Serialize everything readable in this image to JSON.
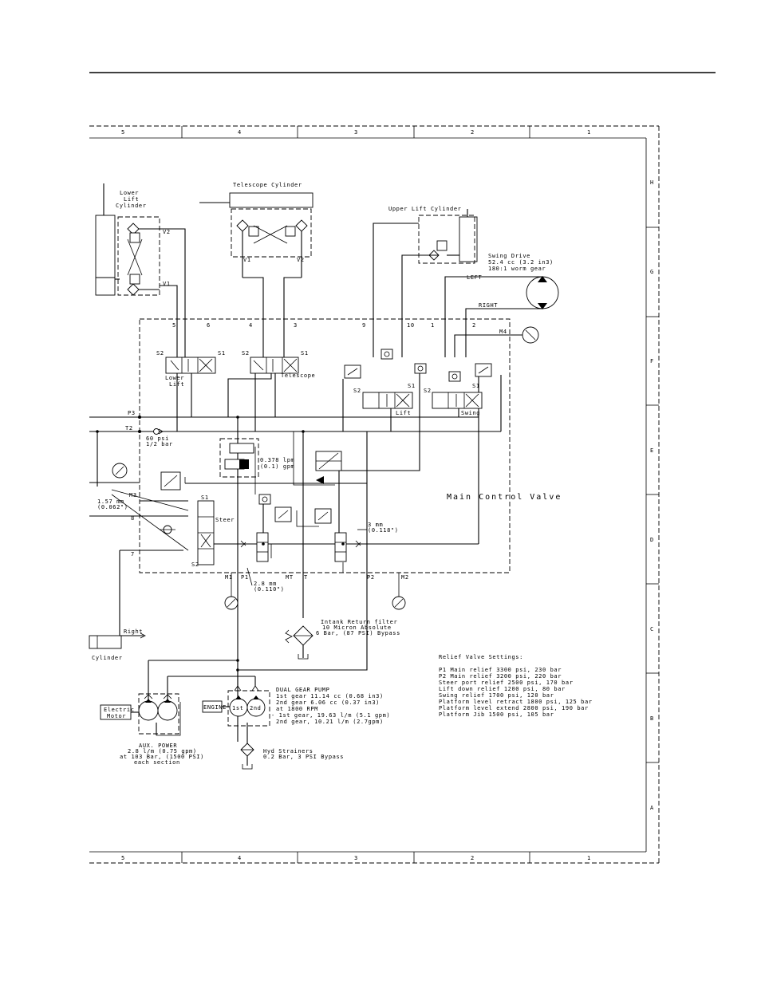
{
  "frame": {
    "columns_top": [
      "5",
      "4",
      "3",
      "2",
      "1"
    ],
    "columns_bottom": [
      "5",
      "4",
      "3",
      "2",
      "1"
    ],
    "rows": [
      "H",
      "G",
      "F",
      "E",
      "D",
      "C",
      "B",
      "A"
    ]
  },
  "cylinders": {
    "lower_lift_line1": "Lower",
    "lower_lift_line2": "Lift",
    "lower_lift_line3": "Cylinder",
    "telescope": "Telescope Cylinder",
    "upper_lift": "Upper Lift Cylinder",
    "steer": "Cylinder",
    "steer_right": "Right",
    "v1": "V1",
    "v2": "V2"
  },
  "swing_drive": {
    "line1": "Swing Drive",
    "line2": "52.4 cc (3.2 in3)",
    "line3": "180:1 worm gear",
    "left": "LEFT",
    "right": "RIGHT",
    "gauge": "M4"
  },
  "valve": {
    "title": "Main Control Valve",
    "lower_lift_line1": "Lower",
    "lower_lift_line2": "Lift",
    "telescope": "Telescope",
    "lift": "Lift",
    "swing": "Swing",
    "steer": "Steer",
    "s1": "S1",
    "s2": "S2",
    "ports_top": [
      "5",
      "6",
      "4",
      "3",
      "9",
      "10",
      "1",
      "2"
    ],
    "p3": "P3",
    "t2": "T2",
    "m3": "M3",
    "port_8": "8",
    "port_7": "7",
    "check_60psi_line1": "60 psi",
    "check_60psi_line2": "1/2 bar",
    "flow_line1": "0.378 lpm",
    "flow_line2": "(0.1) gpm",
    "orifice_157_line1": "1.57 mm",
    "orifice_157_line2": "(0.062\")",
    "orifice_3_line1": "3 mm",
    "orifice_3_line2": "(0.118\")",
    "orifice_28_line1": "2.8 mm",
    "orifice_28_line2": "(0.110\")",
    "ports_bottom": [
      "M1",
      "P1",
      "MT",
      "T",
      "P2",
      "M2"
    ]
  },
  "filter": {
    "line1": "Intank Return filter",
    "line2": "10 Micron Absolute",
    "line3": "6 Bar, (87 PSI) Bypass"
  },
  "pump": {
    "title": "DUAL GEAR PUMP",
    "line1": "1st gear  11.14 cc (0.68 in3)",
    "line2": "2nd gear   6.06 cc (0.37 in3)",
    "line3": "at 1800 RPM",
    "line4": "- 1st gear, 19.63 l/m (5.1 gpm)",
    "line5": "2nd gear, 10.21 l/m (2.7gpm)",
    "engine": "ENGINE",
    "first": "1st",
    "second": "2nd"
  },
  "aux": {
    "motor_line1": "Electric",
    "motor_line2": "Motor",
    "line1": "AUX. POWER",
    "line2": "2.8 l/m (0.75 gpm)",
    "line3": "at 103 Bar, (1500 PSI)",
    "line4": "each section"
  },
  "strainer": {
    "line1": "Hyd Strainers",
    "line2": "0.2 Bar, 3 PSI Bypass"
  },
  "relief": {
    "title": "Relief Valve Settings:",
    "settings": [
      "P1 Main relief 3300 psi, 230 bar",
      "P2 Main relief 3200 psi, 220 bar",
      "Steer port relief 2500 psi, 170 bar",
      "Lift down relief 1200 psi, 80 bar",
      "Swing relief 1700 psi, 120 bar",
      "Platform level retract 1800 psi, 125 bar",
      "Platform level extend 2800 psi, 190 bar",
      "Platform Jib 1500 psi, 105 bar"
    ]
  }
}
